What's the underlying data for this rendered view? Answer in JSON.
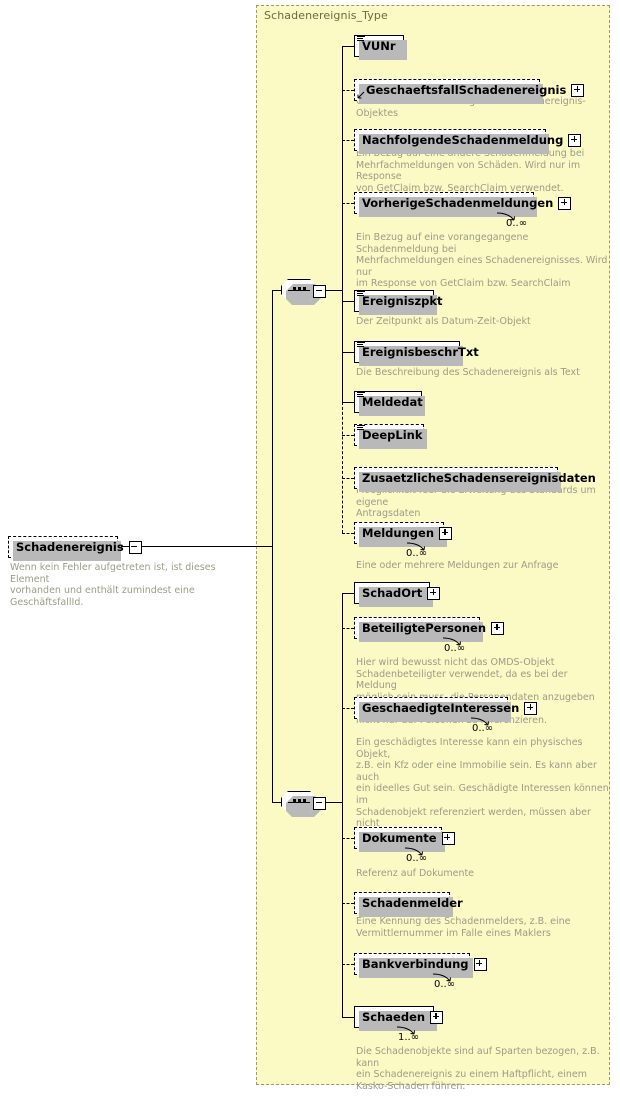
{
  "diagram": {
    "kind": "xsd-schema-diagram",
    "colors": {
      "panel_fill": "#fbf9c4",
      "panel_border": "#9a9a6a",
      "title_text": "#6b6b3c",
      "doc_text": "#9c9c87",
      "node_fill": "#ffffff",
      "node_border": "#000000",
      "shadow": "#b9b9b9"
    },
    "type_title": "Schadenereignis_Type",
    "root": {
      "label": "Schadenereignis",
      "style": "dashed",
      "expander": "minus",
      "doc": "Wenn kein Fehler aufgetreten ist, ist dieses Element\nvorhanden und enthält zumindest eine GeschäftsfallId."
    },
    "compositors": [
      {
        "name": "sequence-1",
        "kind": "sequence",
        "button": "minus"
      },
      {
        "name": "sequence-2",
        "kind": "sequence",
        "button": "minus"
      }
    ],
    "groups": [
      {
        "name": "sequence-group-1",
        "nodes": [
          {
            "label": "VUNr",
            "style": "solid",
            "connector": "solid",
            "expander": "none",
            "icon": "simple-type-icon",
            "occurrence": "",
            "doc": ""
          },
          {
            "label": "GeschaeftsfallSchadenereignis",
            "style": "dashed",
            "connector": "dashed",
            "expander": "plus",
            "icon": "reference-arrow-icon",
            "occurrence": "",
            "doc": "Geschäftsfallid der Anlage des Schadenereignis-Objektes"
          },
          {
            "label": "NachfolgendeSchadenmeldung",
            "style": "dashed",
            "connector": "dashed",
            "expander": "plus",
            "icon": "none",
            "occurrence": "",
            "doc": "Ein Bezug auf eine andere Schadenmeldung bei\nMehrfachmeldungen von Schäden. Wird nur im Response\nvon GetClaim bzw. SearchClaim verwendet."
          },
          {
            "label": "VorherigeSchadenmeldungen",
            "style": "dashed",
            "connector": "dashed",
            "expander": "plus",
            "icon": "none",
            "occurrence": "0..∞",
            "doc": "Ein Bezug auf eine vorangegangene Schadenmeldung bei\nMehrfachmeldungen eines Schadenereignisses. Wird nur\nim Response von GetClaim bzw. SearchClaim\nverwendet."
          },
          {
            "label": "Ereigniszpkt",
            "style": "solid",
            "connector": "solid",
            "expander": "none",
            "icon": "simple-type-icon",
            "occurrence": "",
            "doc": "Der Zeitpunkt als Datum-Zeit-Objekt"
          },
          {
            "label": "EreignisbeschrTxt",
            "style": "solid",
            "connector": "solid",
            "expander": "none",
            "icon": "simple-type-icon",
            "occurrence": "",
            "doc": "Die Beschreibung des Schadenereignis als Text"
          },
          {
            "label": "Meldedat",
            "style": "solid",
            "connector": "solid",
            "expander": "none",
            "icon": "simple-type-icon",
            "occurrence": "",
            "doc": ""
          },
          {
            "label": "DeepLink",
            "style": "dashed",
            "connector": "dashed",
            "expander": "none",
            "icon": "simple-type-icon",
            "occurrence": "",
            "doc": ""
          },
          {
            "label": "ZusaetzlicheSchadensereignisdaten",
            "style": "dashed",
            "connector": "dashed",
            "expander": "none",
            "icon": "none",
            "occurrence": "",
            "doc": "Moeglichkeit fuer die Erweitung des Standards um eigene\nAntragsdaten"
          },
          {
            "label": "Meldungen",
            "style": "dashed",
            "connector": "dashed",
            "expander": "plus",
            "icon": "none",
            "occurrence": "0..∞",
            "doc": "Eine oder mehrere Meldungen zur Anfrage"
          }
        ]
      },
      {
        "name": "sequence-group-2",
        "nodes": [
          {
            "label": "SchadOrt",
            "style": "solid",
            "connector": "solid",
            "expander": "plus",
            "icon": "none",
            "occurrence": "",
            "doc": ""
          },
          {
            "label": "BeteiligtePersonen",
            "style": "dashed",
            "connector": "dashed",
            "expander": "plus",
            "icon": "none",
            "occurrence": "0..∞",
            "doc": "Hier wird bewusst nicht das OMDS-Objekt\nSchadenbeteiligter verwendet, da es bei der Meldung\nmöglich sein muss, die Personendaten anzugeben und\nnicht nur auf Personen zu referenzieren."
          },
          {
            "label": "GeschaedigteInteressen",
            "style": "dashed",
            "connector": "dashed",
            "expander": "plus",
            "icon": "none",
            "occurrence": "0..∞",
            "doc": "Ein geschädigtes Interesse kann ein physisches Objekt,\nz.B. ein Kfz oder eine Immobilie sein. Es kann aber auch\nein ideelles Gut sein. Geschädigte Interessen können im\nSchadenobjekt referenziert werden, müssen aber nicht\nreferenziert werden."
          },
          {
            "label": "Dokumente",
            "style": "dashed",
            "connector": "dashed",
            "expander": "plus",
            "icon": "none",
            "occurrence": "0..∞",
            "doc": "Referenz auf Dokumente"
          },
          {
            "label": "Schadenmelder",
            "style": "dashed",
            "connector": "dashed",
            "expander": "none",
            "icon": "none",
            "occurrence": "",
            "doc": "Eine Kennung des Schadenmelders, z.B. eine\nVermittlernummer im Falle eines Maklers"
          },
          {
            "label": "Bankverbindung",
            "style": "dashed",
            "connector": "dashed",
            "expander": "plus",
            "icon": "none",
            "occurrence": "0..∞",
            "doc": ""
          },
          {
            "label": "Schaeden",
            "style": "solid",
            "connector": "solid",
            "expander": "plus",
            "icon": "none",
            "occurrence": "1..∞",
            "doc": "Die Schadenobjekte sind auf Sparten bezogen, z.B. kann\nein Schadenereignis zu einem Haftpflicht, einem\nKasko-Schaden führen."
          }
        ]
      }
    ]
  }
}
